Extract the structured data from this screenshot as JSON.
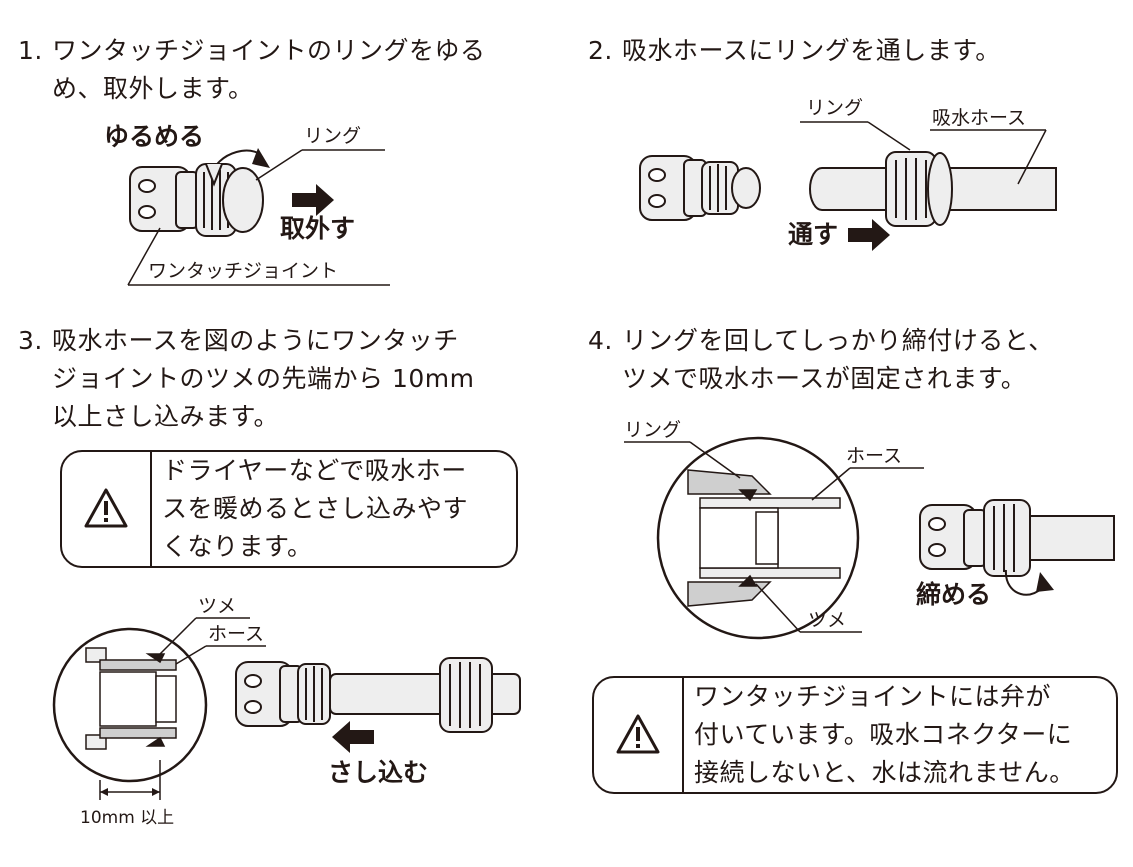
{
  "steps": [
    {
      "num": "1.",
      "lines": [
        "ワンタッチジョイントのリングをゆる",
        "め、取外します。"
      ]
    },
    {
      "num": "2.",
      "lines": [
        "吸水ホースにリングを通します。"
      ]
    },
    {
      "num": "3.",
      "lines": [
        "吸水ホースを図のようにワンタッチ",
        "ジョイントのツメの先端から 10mm",
        "以上さし込みます。"
      ]
    },
    {
      "num": "4.",
      "lines": [
        "リングを回してしっかり締付けると、",
        "ツメで吸水ホースが固定されます。"
      ]
    }
  ],
  "fig1": {
    "loosen": "ゆるめる",
    "ring": "リング",
    "remove": "取外す",
    "joint": "ワンタッチジョイント"
  },
  "fig2": {
    "ring": "リング",
    "hose": "吸水ホース",
    "pass": "通す"
  },
  "fig3": {
    "claw": "ツメ",
    "hose": "ホース",
    "insert": "さし込む",
    "measure": "10mm 以上"
  },
  "fig4": {
    "ring": "リング",
    "hose": "ホース",
    "claw": "ツメ",
    "tighten": "締める"
  },
  "warnings": [
    {
      "lines": [
        "ドライヤーなどで吸水ホー",
        "スを暖めるとさし込みやす",
        "くなります。"
      ]
    },
    {
      "lines": [
        "ワンタッチジョイントには弁が",
        "付いています。吸水コネクターに",
        "接続しないと、水は流れません。"
      ]
    }
  ],
  "icons": {
    "warning": "warning-triangle-icon"
  },
  "colors": {
    "ink": "#231815",
    "fill": "#eeeeee",
    "fill_dark": "#cfcfcf"
  }
}
